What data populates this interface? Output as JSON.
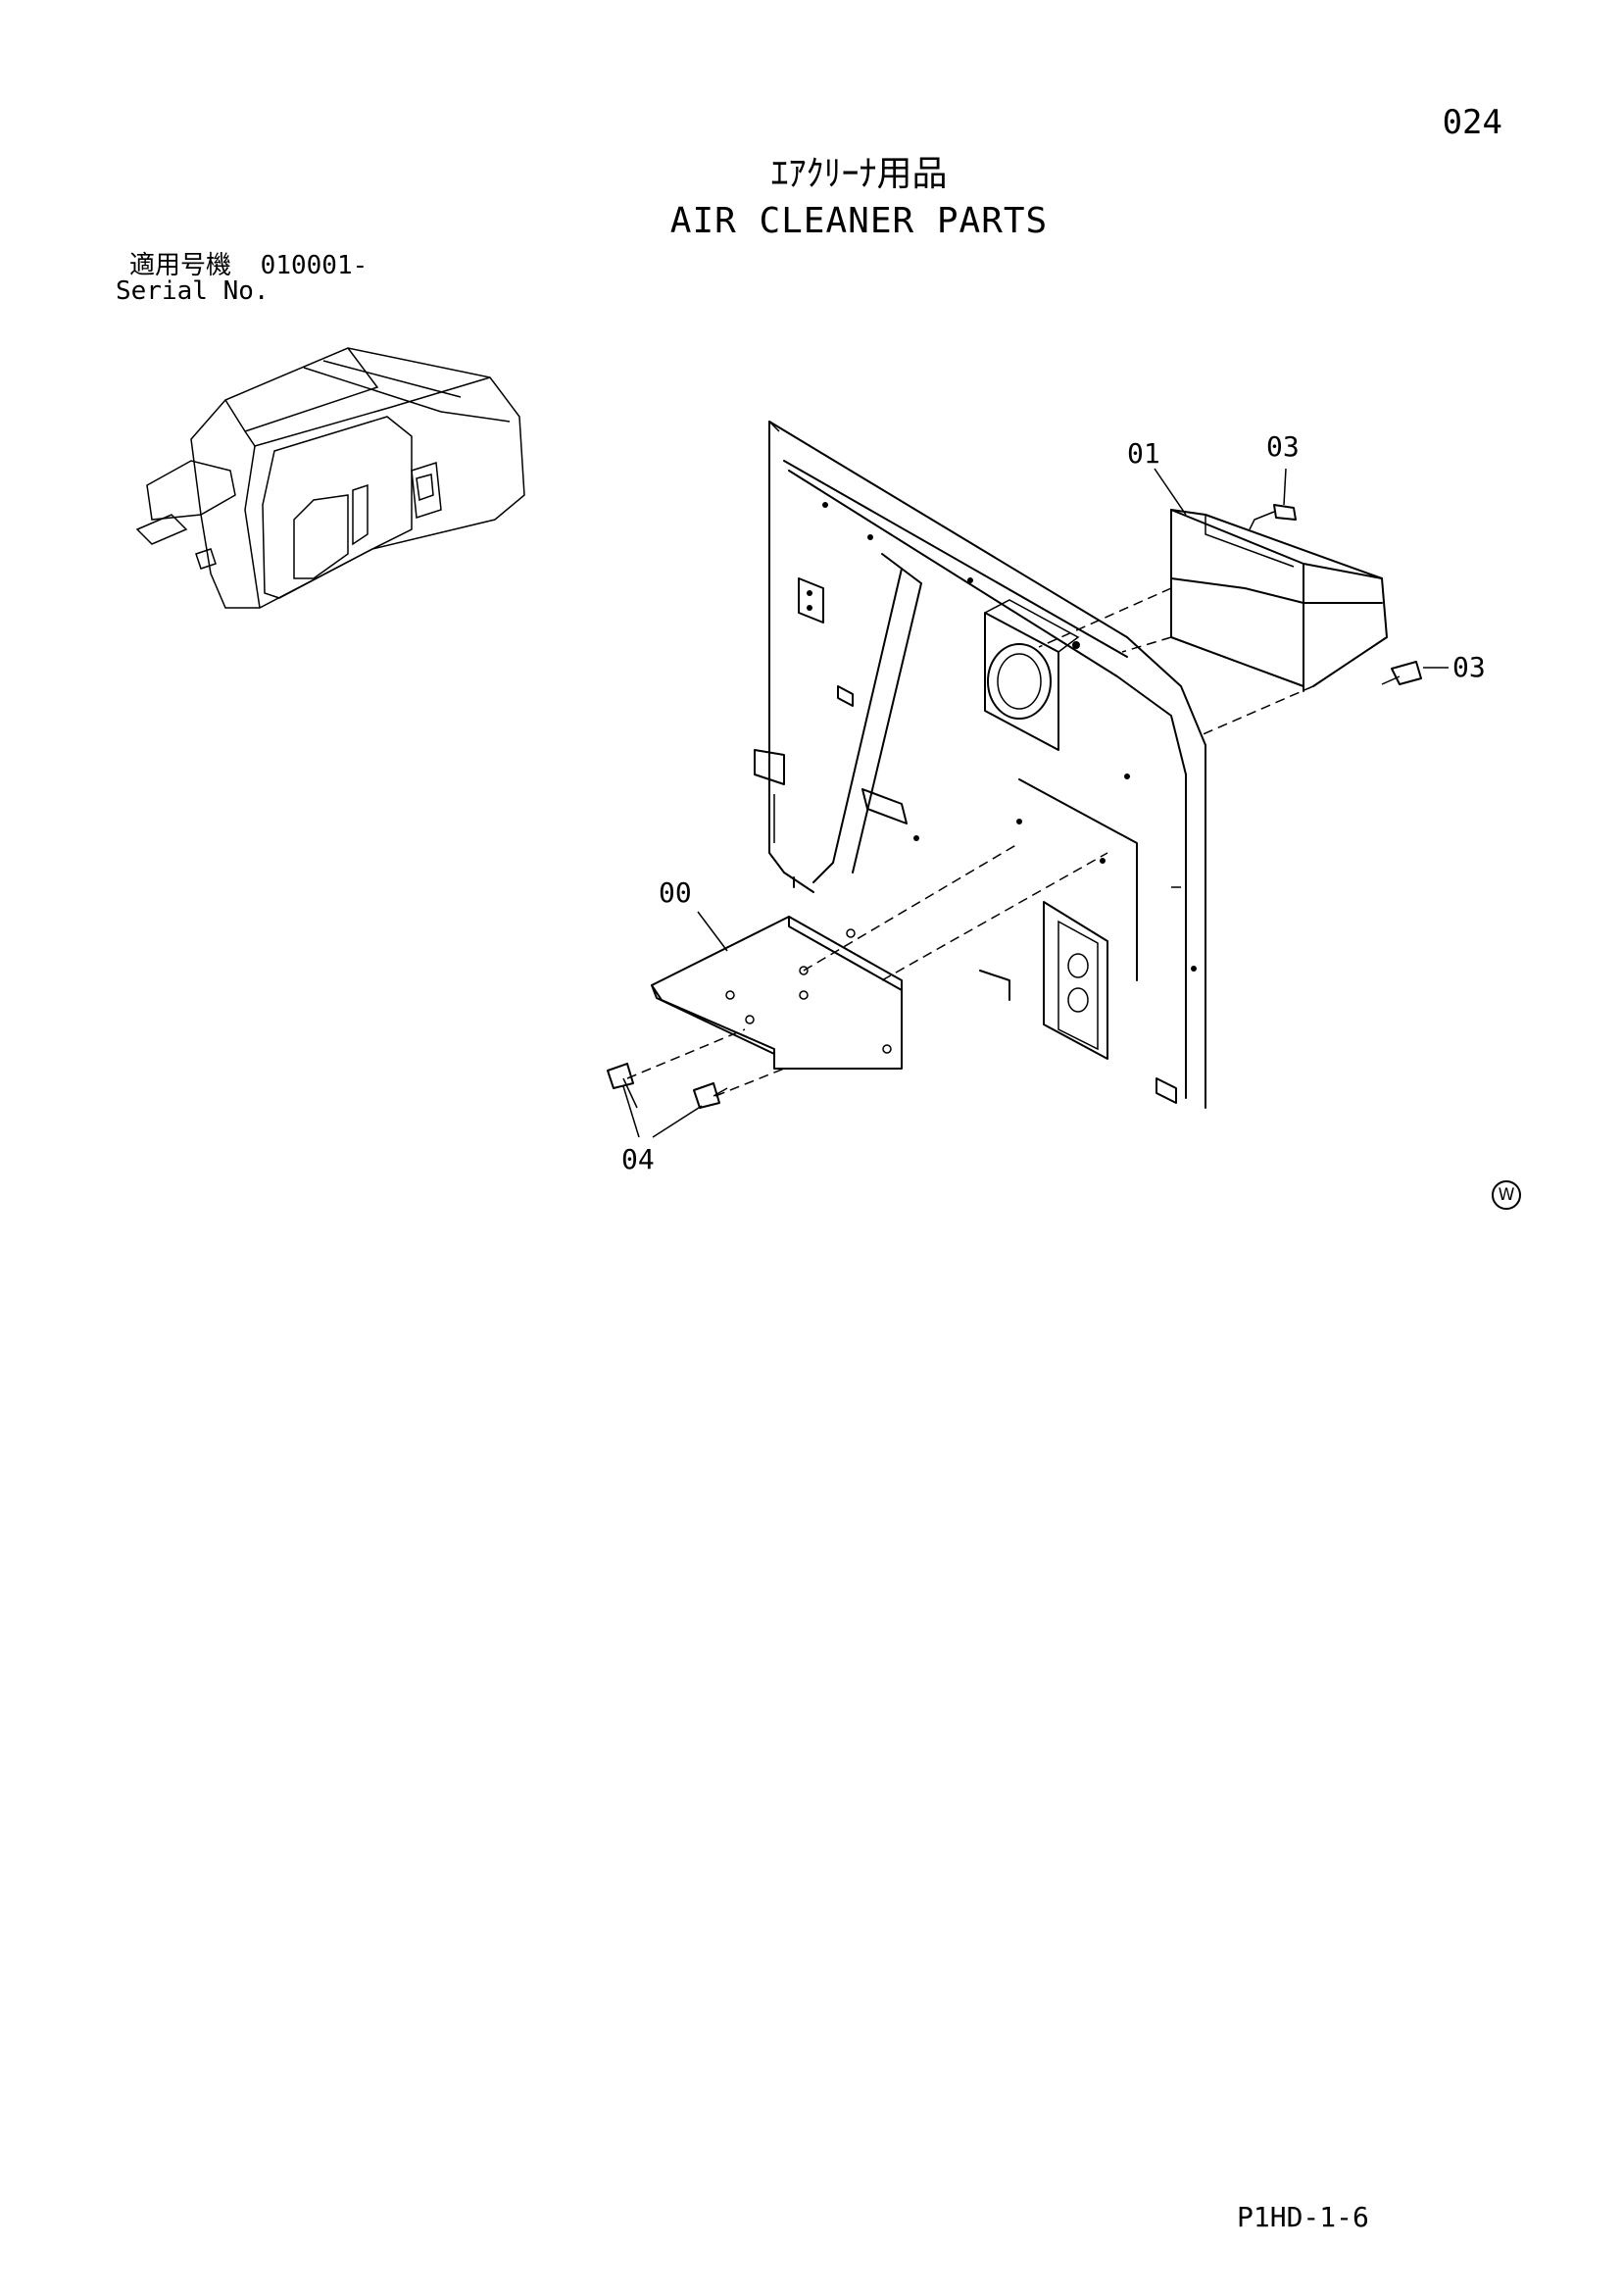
{
  "page": {
    "number": "024",
    "title_jp": "ｴｱｸﾘｰﾅ用品",
    "title_en": "AIR CLEANER PARTS",
    "serial_label_jp": "適用号機",
    "serial_value": "010001-",
    "serial_label_en": "Serial No.",
    "footer_code": "P1HD-1-6",
    "watermark_symbol": "W"
  },
  "callouts": {
    "part_00": "00",
    "part_01": "01",
    "part_03_top": "03",
    "part_03_right": "03",
    "part_04": "04"
  }
}
